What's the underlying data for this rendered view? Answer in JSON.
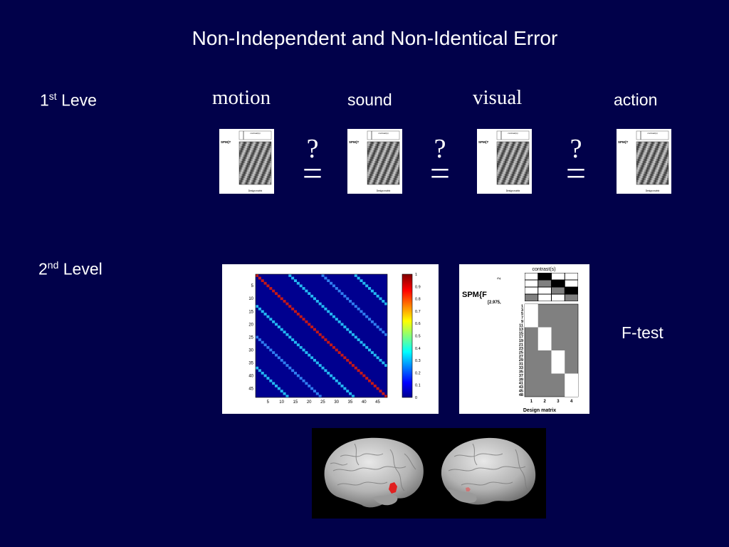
{
  "slide": {
    "title": "Non-Independent and Non-Identical Error",
    "background_color": "#01014a"
  },
  "first_level": {
    "label_prefix": "1",
    "label_sup": "st",
    "label_suffix": " Leve",
    "conditions": [
      "motion",
      "sound",
      "visual",
      "action"
    ],
    "comparison": {
      "question": "?",
      "equals": "="
    },
    "thumbnail": {
      "spm_label": "SPM{T",
      "contrast_label": "contrast(s)",
      "axis_label": "Design matrix"
    }
  },
  "second_level": {
    "label_prefix": "2",
    "label_sup": "nd",
    "label_suffix": " Level",
    "covariance": {
      "axis_ticks": [
        "5",
        "10",
        "15",
        "20",
        "25",
        "30",
        "35",
        "40",
        "45"
      ],
      "colorbar_ticks": [
        "1",
        "0.9",
        "0.8",
        "0.7",
        "0.6",
        "0.5",
        "0.4",
        "0.3",
        "0.2",
        "0.1",
        "0"
      ]
    },
    "design": {
      "contrast_title": "contrast(s)",
      "spm_label": "SPM{F",
      "spm_sub": "[2.975,",
      "contrast_row_label": "2",
      "row_labels": [
        "1",
        "3",
        "5",
        "7",
        "9",
        "11",
        "13",
        "15",
        "17",
        "19",
        "21",
        "23",
        "25",
        "27",
        "29",
        "31",
        "33",
        "35",
        "37",
        "39",
        "41",
        "43",
        "45",
        "48"
      ],
      "column_labels": [
        "1",
        "2",
        "3",
        "4"
      ],
      "xlabel": "Design matrix"
    },
    "test_label": "F-test"
  }
}
